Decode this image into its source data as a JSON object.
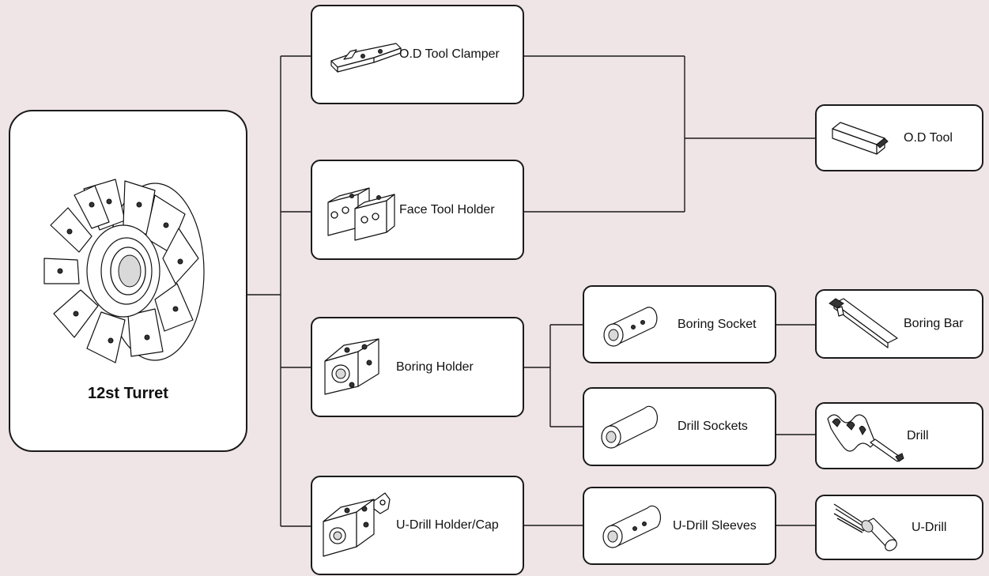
{
  "root": {
    "label": "12st Turret",
    "icon": "turret-icon"
  },
  "nodes": {
    "od_tool_clamper": {
      "label": "O.D Tool Clamper",
      "icon": "clamper-icon"
    },
    "face_tool_holder": {
      "label": "Face Tool Holder",
      "icon": "face-holder-icon"
    },
    "boring_holder": {
      "label": "Boring Holder",
      "icon": "boring-holder-icon"
    },
    "u_drill_holder_cap": {
      "label": "U-Drill Holder/Cap",
      "icon": "u-drill-holder-icon"
    },
    "od_tool": {
      "label": "O.D Tool",
      "icon": "od-tool-icon"
    },
    "boring_socket": {
      "label": "Boring Socket",
      "icon": "socket-icon"
    },
    "drill_sockets": {
      "label": "Drill Sockets",
      "icon": "sleeve-icon"
    },
    "u_drill_sleeves": {
      "label": "U-Drill Sleeves",
      "icon": "u-sleeve-icon"
    },
    "boring_bar": {
      "label": "Boring Bar",
      "icon": "boring-bar-icon"
    },
    "drill": {
      "label": "Drill",
      "icon": "drill-icon"
    },
    "u_drill": {
      "label": "U-Drill",
      "icon": "u-drill-icon"
    }
  },
  "edges": [
    [
      "root",
      "od_tool_clamper"
    ],
    [
      "root",
      "face_tool_holder"
    ],
    [
      "root",
      "boring_holder"
    ],
    [
      "root",
      "u_drill_holder_cap"
    ],
    [
      "od_tool_clamper",
      "od_tool"
    ],
    [
      "face_tool_holder",
      "od_tool"
    ],
    [
      "boring_holder",
      "boring_socket"
    ],
    [
      "boring_holder",
      "drill_sockets"
    ],
    [
      "u_drill_holder_cap",
      "u_drill_sleeves"
    ],
    [
      "boring_socket",
      "boring_bar"
    ],
    [
      "drill_sockets",
      "drill"
    ],
    [
      "u_drill_sleeves",
      "u_drill"
    ]
  ],
  "colors": {
    "background": "#efe4e6",
    "box_fill": "#ffffff",
    "line": "#1a1a1a"
  }
}
